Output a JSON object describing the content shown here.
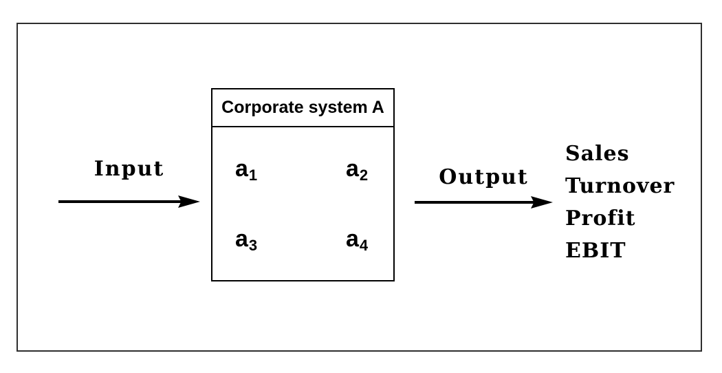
{
  "figure": {
    "input": {
      "label": "Input"
    },
    "output": {
      "label": "Output"
    },
    "system_box": {
      "title": "Corporate system A",
      "nodes": [
        {
          "base": "a",
          "sub": "1"
        },
        {
          "base": "a",
          "sub": "2"
        },
        {
          "base": "a",
          "sub": "3"
        },
        {
          "base": "a",
          "sub": "4"
        }
      ],
      "edges": [
        [
          "a1",
          "a2"
        ],
        [
          "a1",
          "a3"
        ],
        [
          "a1",
          "a4"
        ],
        [
          "a2",
          "a3"
        ],
        [
          "a2",
          "a4"
        ],
        [
          "a3",
          "a4"
        ]
      ],
      "edge_style": "dotted"
    },
    "outputs": [
      "Sales",
      "Turnover",
      "Profit",
      "EBIT"
    ],
    "colors": {
      "ink": "#000000",
      "outer_border": "#2e2e2e",
      "background": "#ffffff"
    }
  }
}
